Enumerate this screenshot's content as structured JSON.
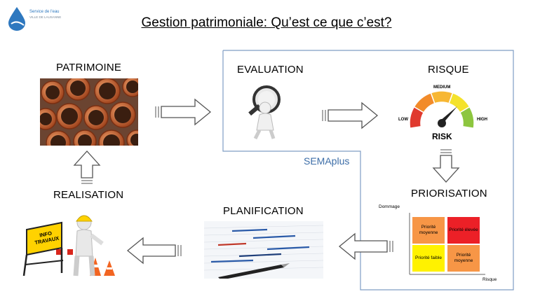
{
  "logo": {
    "name": "Service de l'eau",
    "city": "VILLE DE LAUSANNE",
    "color": "#2e78bf"
  },
  "title": "Gestion patrimoniale: Qu’est ce que c’est?",
  "steps": {
    "patrimoine": "PATRIMOINE",
    "evaluation": "EVALUATION",
    "risque": "RISQUE",
    "priorisation": "PRIORISATION",
    "planification": "PLANIFICATION",
    "realisation": "REALISATION"
  },
  "semaplus": "SEMAplus",
  "gauge": {
    "low": "LOW",
    "medium": "MEDIUM",
    "high": "HIGH",
    "risk": "RISK",
    "colors": [
      "#e03a2f",
      "#f28b2a",
      "#f7b733",
      "#f4e22b",
      "#8dc63f"
    ]
  },
  "matrix": {
    "y_axis": "Dommage",
    "x_axis": "Risque",
    "cells": {
      "top_left": "Priorité moyenne",
      "top_right": "Priorité élevée",
      "bottom_left": "Priorité faible",
      "bottom_right": "Priorité moyenne"
    },
    "colors": {
      "orange": "#f79646",
      "red": "#ec2027",
      "yellow": "#fff200"
    }
  },
  "sign": {
    "line1": "INFO",
    "line2": "TRAVAUX"
  },
  "frame_color": "#7f9dc4"
}
